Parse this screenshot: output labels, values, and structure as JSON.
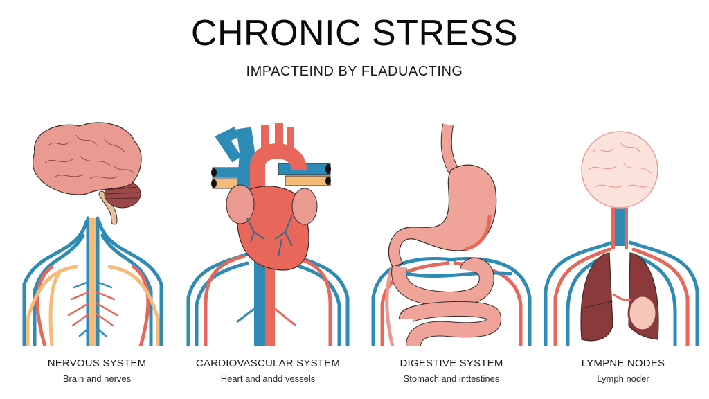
{
  "header": {
    "title": "CHRONIC STRESS",
    "subtitle": "IMPACTEIND  BY FLADUACTING"
  },
  "colors": {
    "vein_blue": "#2e8bb5",
    "artery_red": "#e8675a",
    "nerve_orange": "#f6bb78",
    "brain_pink": "#eb9a92",
    "organ_pink": "#f0a398",
    "lung_maroon": "#8a3a3a",
    "outline": "#3a2a2a"
  },
  "panels": [
    {
      "id": "nervous",
      "title": "NERVOUS SYSTEM",
      "subtitle": "Brain and nerves",
      "icon": "brain-nerves-icon"
    },
    {
      "id": "cardiovascular",
      "title": "CARDIOVASCULAR SYSTEM",
      "subtitle": "Heart and andd vessels",
      "icon": "heart-vessels-icon"
    },
    {
      "id": "digestive",
      "title": "DIGESTIVE SYSTEM",
      "subtitle": "Stomach and inttestines",
      "icon": "stomach-intestines-icon"
    },
    {
      "id": "lymph",
      "title": "LYMPNE NODES",
      "subtitle": "Lymph noder",
      "icon": "lymph-lungs-icon"
    }
  ]
}
